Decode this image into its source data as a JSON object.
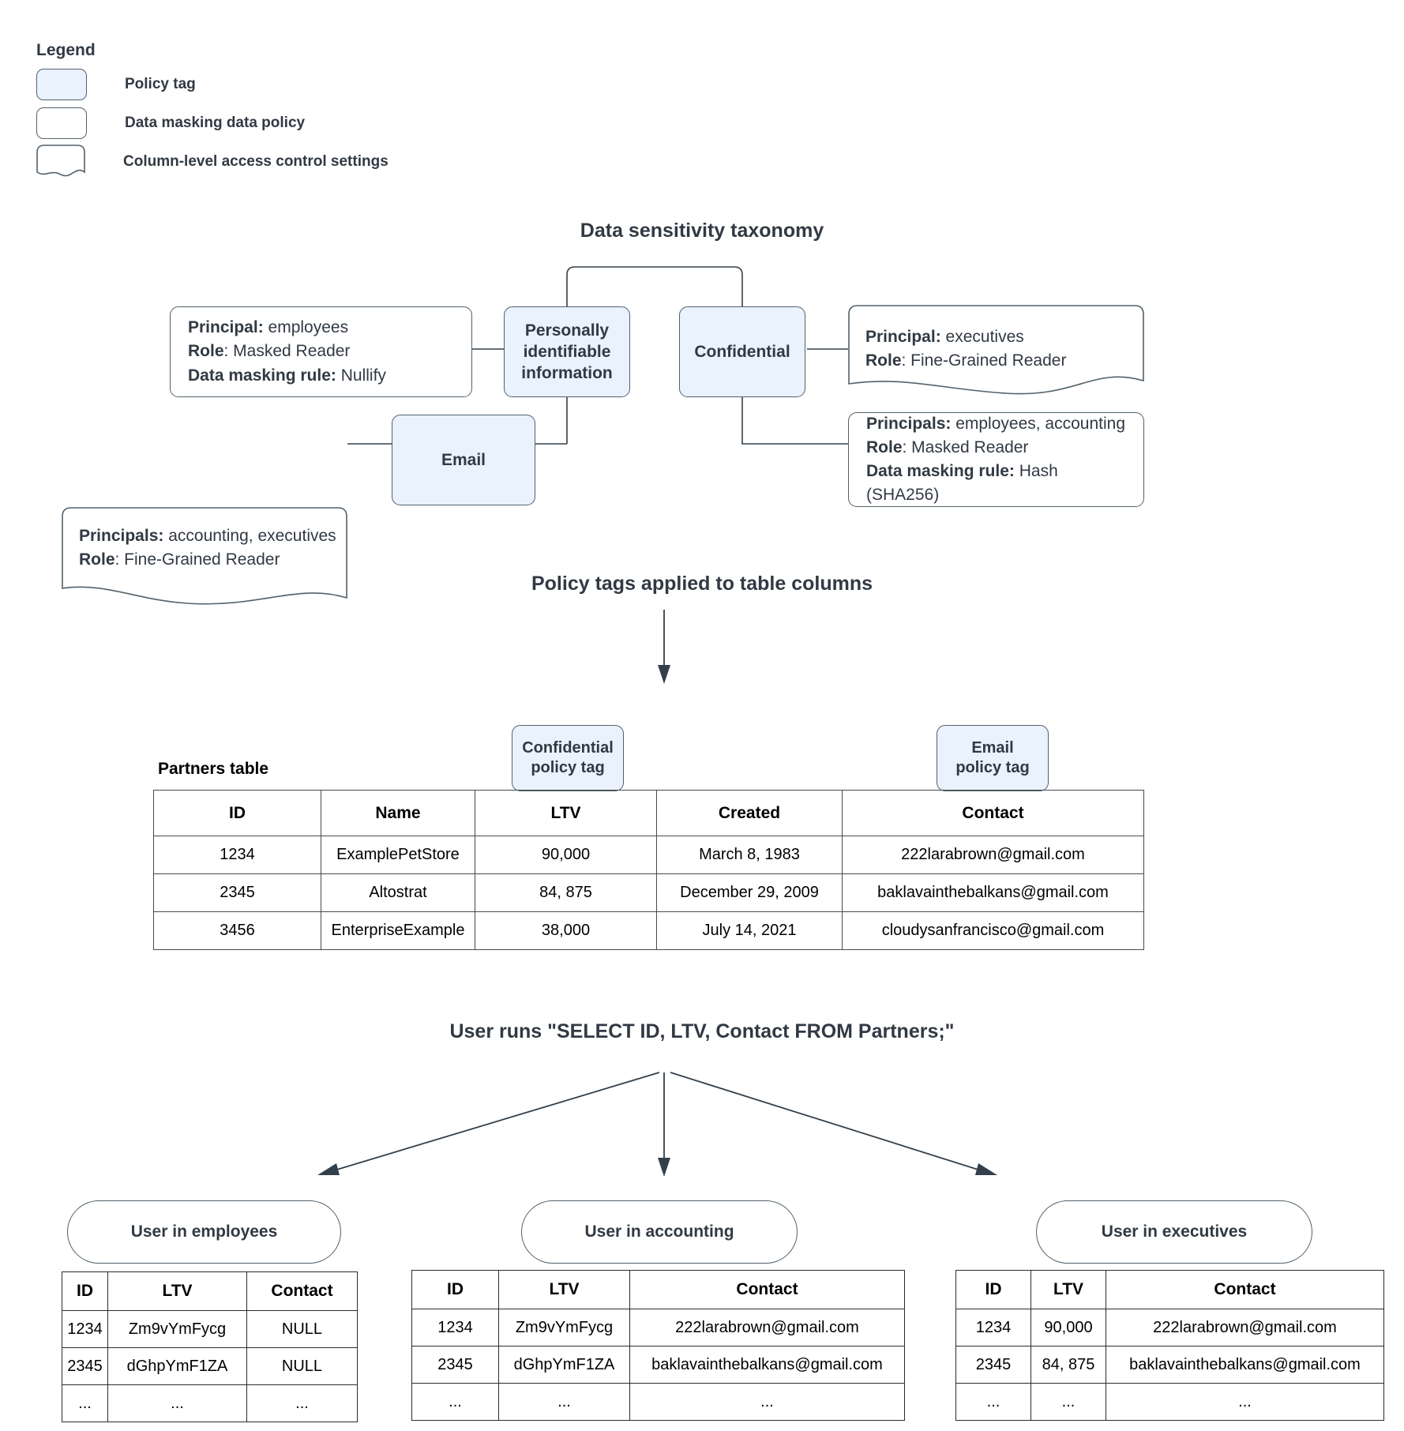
{
  "legend": {
    "title": "Legend",
    "items": [
      {
        "shape": "policy-tag-swatch",
        "label": "Policy tag"
      },
      {
        "shape": "data-masking-policy-swatch",
        "label": "Data masking data policy"
      },
      {
        "shape": "column-access-control-swatch",
        "label": "Column-level access control settings"
      }
    ]
  },
  "taxonomy": {
    "title": "Data sensitivity taxonomy",
    "tags": {
      "pii": "Personally identifiable information",
      "confidential": "Confidential",
      "email": "Email"
    },
    "policies": {
      "pii_masking": {
        "principal_label": "Principal:",
        "principal_value": " employees",
        "role_label": "Role",
        "role_value": ": Masked Reader",
        "rule_label": "Data masking rule:",
        "rule_value": " Nullify"
      },
      "confidential_masking": {
        "principal_label": "Principals:",
        "principal_value": " employees, accounting",
        "role_label": "Role",
        "role_value": ": Masked Reader",
        "rule_label": "Data masking rule:",
        "rule_value": " Hash (SHA256)"
      }
    },
    "access_controls": {
      "email_access": {
        "principal_label": "Principals:",
        "principal_value": " accounting, executives",
        "role_label": "Role",
        "role_value": ": Fine-Grained Reader"
      },
      "confidential_access": {
        "principal_label": "Principal:",
        "principal_value": " executives",
        "role_label": "Role",
        "role_value": ": Fine-Grained Reader"
      }
    }
  },
  "applied": {
    "title": "Policy tags applied to table columns",
    "table_label": "Partners table",
    "chips": [
      {
        "line1": "Confidential",
        "line2": "policy tag"
      },
      {
        "line1": "Email",
        "line2": "policy tag"
      }
    ],
    "columns": [
      "ID",
      "Name",
      "LTV",
      "Created",
      "Contact"
    ],
    "rows": [
      [
        "1234",
        "ExamplePetStore",
        "90,000",
        "March 8, 1983",
        "222larabrown@gmail.com"
      ],
      [
        "2345",
        "Altostrat",
        "84, 875",
        "December 29, 2009",
        "baklavainthebalkans@gmail.com"
      ],
      [
        "3456",
        "EnterpriseExample",
        "38,000",
        "July 14, 2021",
        "cloudysanfrancisco@gmail.com"
      ]
    ]
  },
  "query": {
    "title": "User runs \"SELECT ID, LTV, Contact FROM Partners;\""
  },
  "results": [
    {
      "pill": "User in employees",
      "columns": [
        "ID",
        "LTV",
        "Contact"
      ],
      "rows": [
        [
          "1234",
          "Zm9vYmFycg",
          "NULL"
        ],
        [
          "2345",
          "dGhpYmF1ZA",
          "NULL"
        ],
        [
          "...",
          "...",
          "..."
        ]
      ]
    },
    {
      "pill": "User in accounting",
      "columns": [
        "ID",
        "LTV",
        "Contact"
      ],
      "rows": [
        [
          "1234",
          "Zm9vYmFycg",
          "222larabrown@gmail.com"
        ],
        [
          "2345",
          "dGhpYmF1ZA",
          "baklavainthebalkans@gmail.com"
        ],
        [
          "...",
          "...",
          "..."
        ]
      ]
    },
    {
      "pill": "User in executives",
      "columns": [
        "ID",
        "LTV",
        "Contact"
      ],
      "rows": [
        [
          "1234",
          "90,000",
          "222larabrown@gmail.com"
        ],
        [
          "2345",
          "84, 875",
          "baklavainthebalkans@gmail.com"
        ],
        [
          "...",
          "...",
          "..."
        ]
      ]
    }
  ],
  "colors": {
    "tag_fill": "#e9f2fd",
    "stroke": "#52616b",
    "text": "#313943"
  }
}
